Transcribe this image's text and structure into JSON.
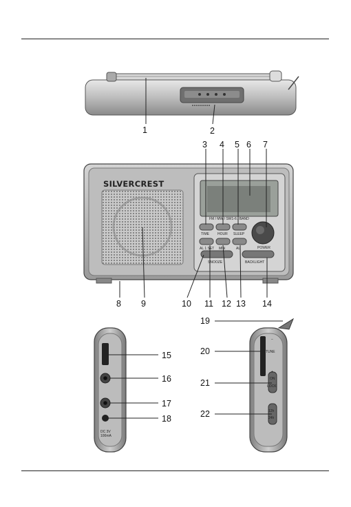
{
  "brand": "SILVERCREST",
  "panel_labels": {
    "band": "FM / MW / SW1-6 / BAND",
    "time": "TIME",
    "hour": "HOUR",
    "sleep": "SLEEP",
    "alarm1": "AL 1 SET",
    "min": "MIN",
    "al2": "AL",
    "power": "POWER",
    "snooze": "SNOOZE",
    "backlight": "BACKLIGHT"
  },
  "side_labels": {
    "dc": "DC 3V",
    "ma": "100mA",
    "tune": "TUNE",
    "on": "ON",
    "lock": "LOCK",
    "h12": "12h",
    "h24": "24h",
    "plus": "+",
    "minus": "−"
  },
  "callouts": [
    "1",
    "2",
    "3",
    "4",
    "5",
    "6",
    "7",
    "8",
    "9",
    "10",
    "11",
    "12",
    "13",
    "14",
    "15",
    "16",
    "17",
    "18",
    "19",
    "20",
    "21",
    "22"
  ]
}
